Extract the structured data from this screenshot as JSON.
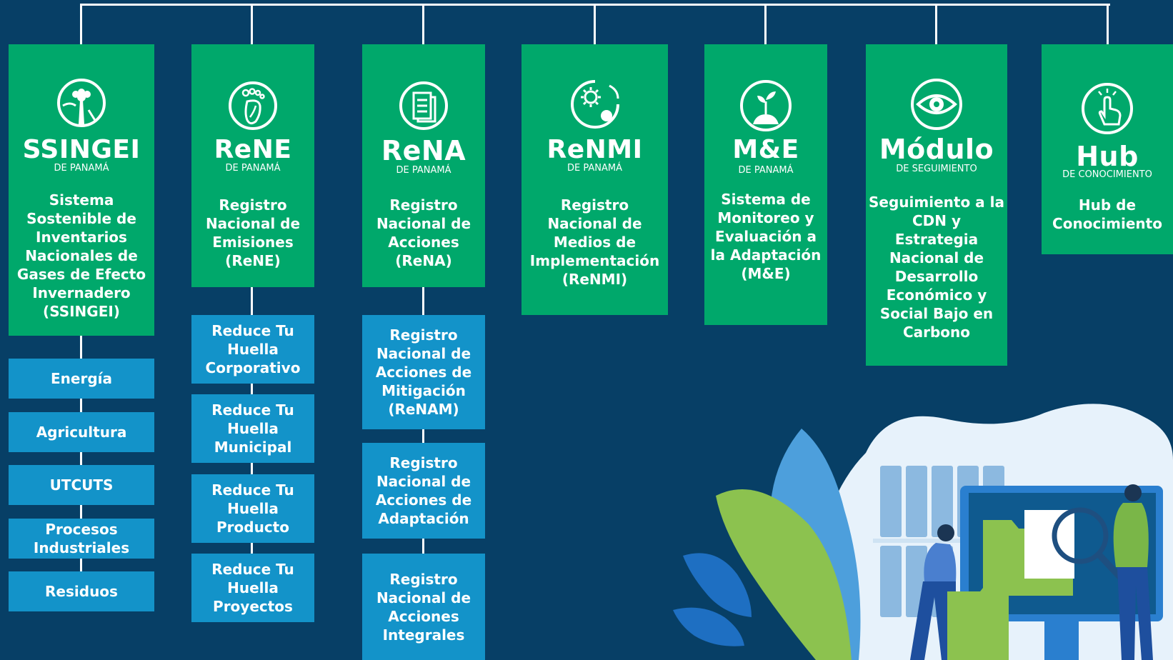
{
  "colors": {
    "background": "#073f66",
    "primary_green": "#00a86b",
    "secondary_blue": "#1393c9",
    "connector": "#ffffff"
  },
  "modules": [
    {
      "acronym": "SSINGEI",
      "subtitle": "DE PANAMÁ",
      "description": "Sistema Sostenible de Inventarios Nacionales de Gases de Efecto Invernadero (SSINGEI)",
      "icon": "tree-landscape-icon",
      "children": [
        "Energía",
        "Agricultura",
        "UTCUTS",
        "Procesos Industriales",
        "Residuos"
      ]
    },
    {
      "acronym": "ReNE",
      "subtitle": "DE PANAMÁ",
      "description": "Registro Nacional de Emisiones (ReNE)",
      "icon": "footprint-icon",
      "children": [
        "Reduce Tu Huella Corporativo",
        "Reduce Tu Huella Municipal",
        "Reduce Tu Huella Producto",
        "Reduce Tu Huella Proyectos"
      ]
    },
    {
      "acronym": "ReNA",
      "subtitle": "DE PANAMÁ",
      "description": "Registro Nacional de Acciones (ReNA)",
      "icon": "documents-icon",
      "children": [
        "Registro Nacional de Acciones de Mitigación (ReNAM)",
        "Registro Nacional de Acciones de Adaptación",
        "Registro Nacional de Acciones Integrales"
      ]
    },
    {
      "acronym": "ReNMI",
      "subtitle": "DE PANAMÁ",
      "description": "Registro Nacional de Medios de Implementación (ReNMI)",
      "icon": "gears-icon",
      "children": []
    },
    {
      "acronym": "M&E",
      "subtitle": "DE PANAMÁ",
      "description": "Sistema de Monitoreo y Evaluación a la Adaptación (M&E)",
      "icon": "sprout-icon",
      "children": []
    },
    {
      "acronym": "Módulo",
      "subtitle": "DE SEGUIMIENTO",
      "description": "Seguimiento a la CDN y Estrategia Nacional de Desarrollo Económico y Social Bajo en Carbono",
      "icon": "eye-icon",
      "children": []
    },
    {
      "acronym": "Hub",
      "subtitle": "DE CONOCIMIENTO",
      "description": "Hub de Conocimiento",
      "icon": "pointer-hand-icon",
      "children": []
    }
  ]
}
